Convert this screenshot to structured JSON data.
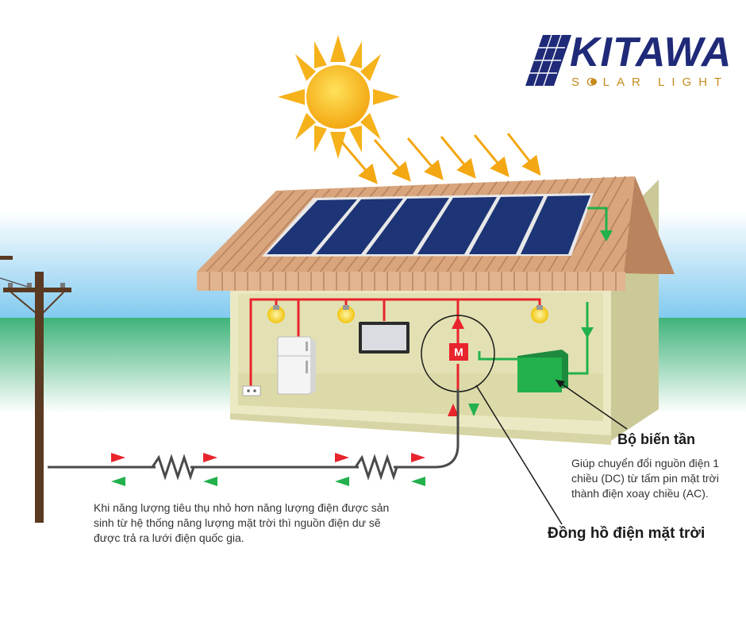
{
  "brand": {
    "name": "KITAWA",
    "tagline": "SOLAR LIGHT"
  },
  "callouts": {
    "inverter": {
      "title": "Bộ biến tần",
      "lines": [
        "Giúp chuyển đổi nguồn điện 1",
        "chiều (DC) từ tấm pin mặt trời",
        "thành điện xoay chiều (AC)."
      ]
    },
    "meter": {
      "title": "Đồng hồ điện mặt trời",
      "symbol": "M"
    }
  },
  "grid_note": {
    "lines": [
      "Khi năng lượng tiêu thụ nhỏ hơn năng lượng điện được sản",
      "sinh từ hệ thống năng lượng mặt trời thì nguồn điện dư sẽ",
      "được trả ra lưới điện quốc gia."
    ]
  },
  "colors": {
    "ac_line": "#e8242c",
    "dc_line": "#22b14c",
    "panel": "#1d3576",
    "roof": "#d9a57c",
    "wall": "#e9e8bf",
    "sun": "#f6b21a",
    "brand": "#1f2a78",
    "brand_accent": "#c48a1c"
  },
  "icons": [
    "sun-icon",
    "solar-panel-icon",
    "light-bulb-icon",
    "refrigerator-icon",
    "tv-icon",
    "power-outlet-icon",
    "inverter-icon",
    "meter-icon",
    "utility-pole-icon",
    "resistor-icon"
  ]
}
